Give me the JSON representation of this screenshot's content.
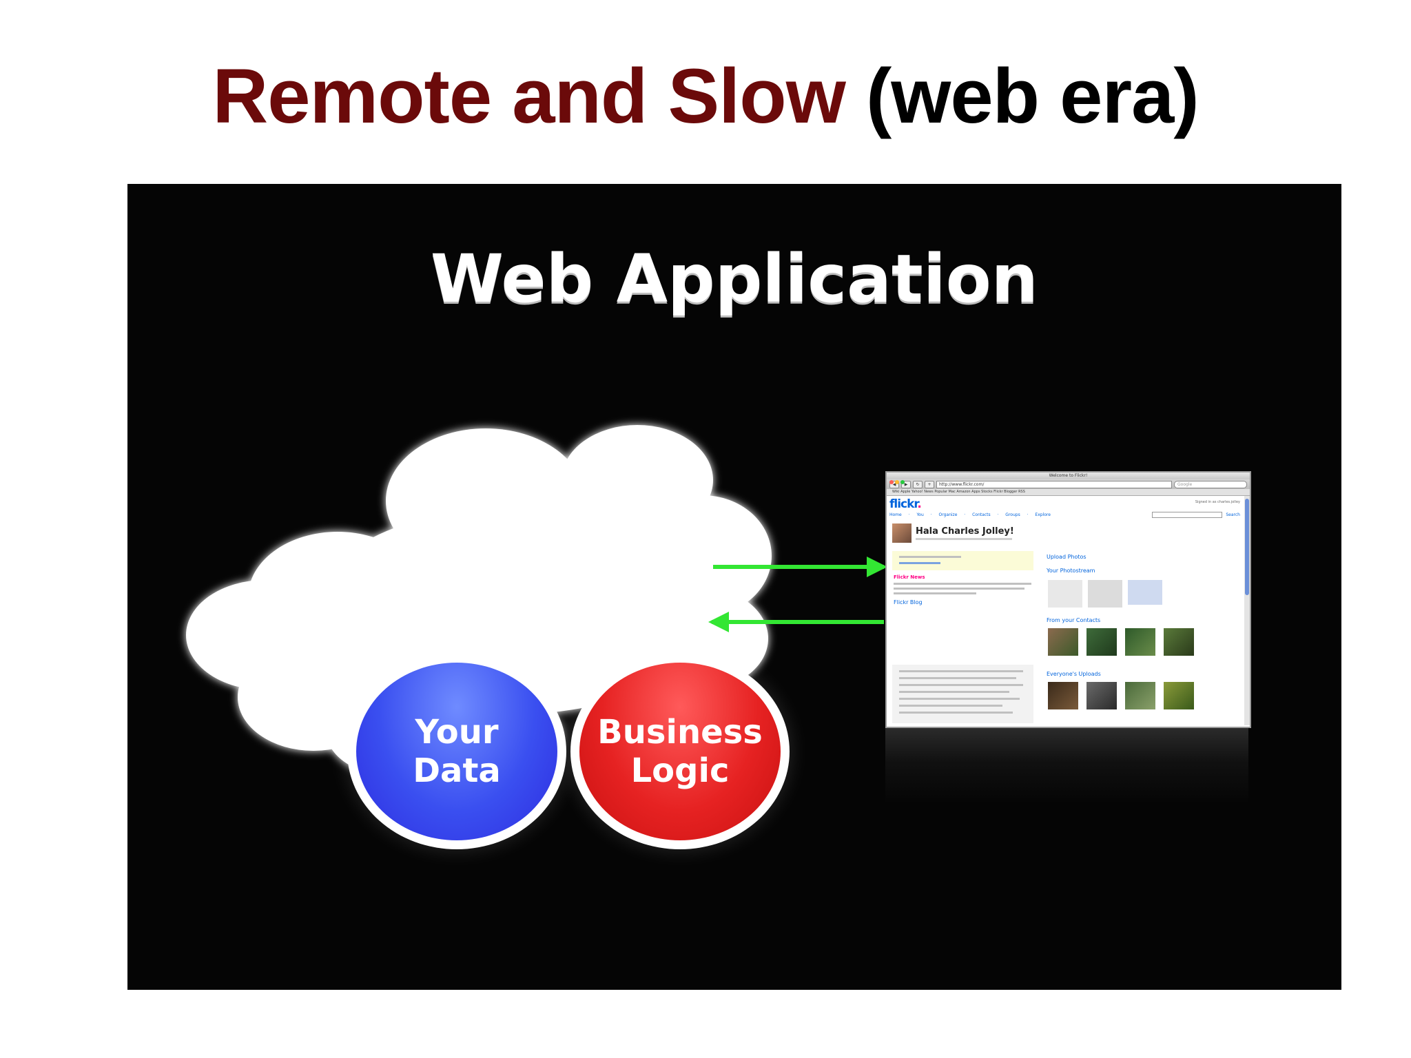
{
  "slide": {
    "title_main": "Remote and Slow",
    "title_sub": "(web era)"
  },
  "diagram": {
    "heading": "Web Application",
    "bubbles": {
      "data_line1": "Your",
      "data_line2": "Data",
      "logic_line1": "Business",
      "logic_line2": "Logic"
    },
    "colors": {
      "data_bubble": "#2d2ce0",
      "logic_bubble": "#c81010",
      "arrows": "#33e633",
      "cloud": "#ffffff"
    }
  },
  "browser": {
    "window_title": "Welcome to Flickr!",
    "url": "http://www.flickr.com/",
    "search_placeholder": "Google",
    "bookmarks": "Wiki  Apple  Yahoo!  News  Popular  Mac  Amazon  Apps  Stocks  Flickr  Blogger  RSS",
    "logo": "flickr",
    "nav": "Home · You · Organize · Contacts · Groups · Explore",
    "signed_in": "Signed in as charles.jolley",
    "search_label": "Search",
    "greeting": "Hala Charles Jolley!",
    "news_title": "Flickr News",
    "blog_link": "Flickr Blog",
    "upload_link": "Upload Photos",
    "photostream_link": "Your Photostream",
    "contacts_link": "From your Contacts",
    "everyone_link": "Everyone's Uploads"
  }
}
